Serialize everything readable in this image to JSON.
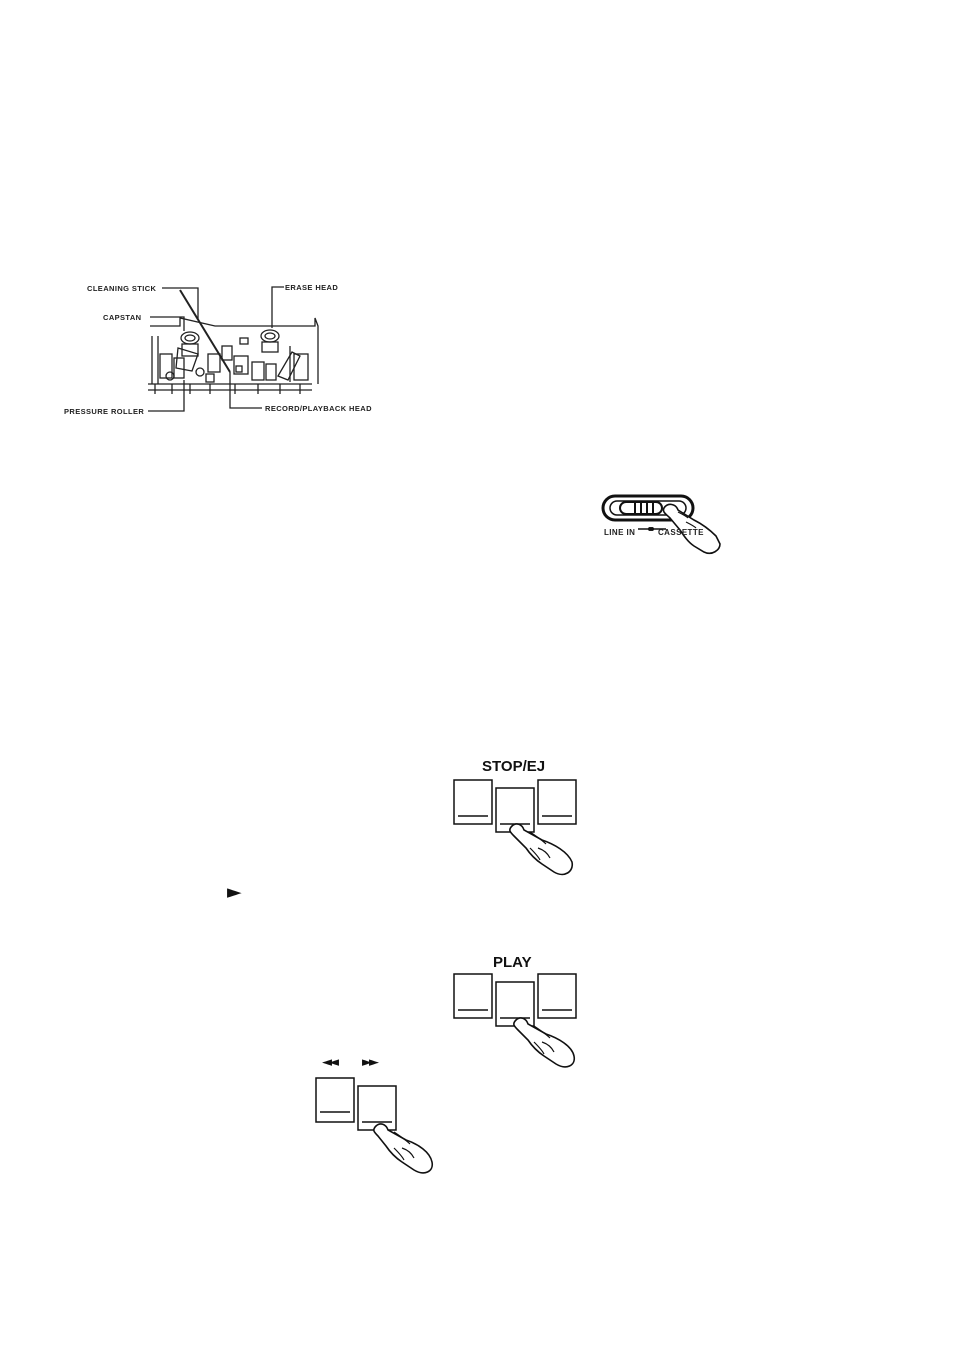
{
  "head_diagram": {
    "labels": {
      "cleaning_stick": "CLEANING STICK",
      "capstan": "CAPSTAN",
      "erase_head": "ERASE HEAD",
      "pressure_roller": "PRESSURE ROLLER",
      "record_playback_head": "RECORD/PLAYBACK HEAD"
    }
  },
  "function_switch": {
    "left_label": "LINE IN",
    "right_label": "CASSETTE",
    "position": "CASSETTE"
  },
  "stop_eject": {
    "title": "STOP/EJ"
  },
  "play": {
    "title": "PLAY",
    "symbol": "►"
  },
  "wind": {
    "rewind_symbol": "◄◄",
    "fast_forward_symbol": "►►"
  }
}
